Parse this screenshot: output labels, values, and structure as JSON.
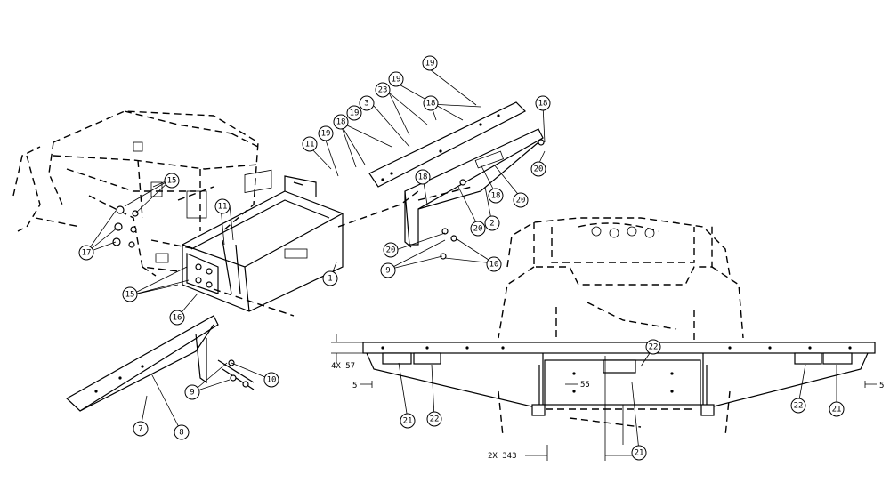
{
  "callouts": [
    {
      "id": "c19a",
      "label": "19"
    },
    {
      "id": "c23",
      "label": "23"
    },
    {
      "id": "c19b",
      "label": "19"
    },
    {
      "id": "c3",
      "label": "3"
    },
    {
      "id": "c18a",
      "label": "18"
    },
    {
      "id": "c19c",
      "label": "19"
    },
    {
      "id": "c18b",
      "label": "18"
    },
    {
      "id": "c19d",
      "label": "19"
    },
    {
      "id": "c11a",
      "label": "11"
    },
    {
      "id": "c18c",
      "label": "18"
    },
    {
      "id": "c20a",
      "label": "20"
    },
    {
      "id": "c18d",
      "label": "18"
    },
    {
      "id": "c20b",
      "label": "20"
    },
    {
      "id": "c2",
      "label": "2"
    },
    {
      "id": "c20c",
      "label": "20"
    },
    {
      "id": "c18e",
      "label": "18"
    },
    {
      "id": "c20d",
      "label": "20"
    },
    {
      "id": "c10a",
      "label": "10"
    },
    {
      "id": "c9a",
      "label": "9"
    },
    {
      "id": "c15a",
      "label": "15"
    },
    {
      "id": "c11b",
      "label": "11"
    },
    {
      "id": "c17",
      "label": "17"
    },
    {
      "id": "c1",
      "label": "1"
    },
    {
      "id": "c15b",
      "label": "15"
    },
    {
      "id": "c16",
      "label": "16"
    },
    {
      "id": "c10b",
      "label": "10"
    },
    {
      "id": "c9b",
      "label": "9"
    },
    {
      "id": "c7",
      "label": "7"
    },
    {
      "id": "c8",
      "label": "8"
    },
    {
      "id": "c22a",
      "label": "22"
    },
    {
      "id": "c21a",
      "label": "21"
    },
    {
      "id": "c22b",
      "label": "22"
    },
    {
      "id": "c21b",
      "label": "21"
    },
    {
      "id": "c22c",
      "label": "22"
    },
    {
      "id": "c21c",
      "label": "21"
    },
    {
      "id": "c22d",
      "label": "22"
    }
  ],
  "dimensions": {
    "d_4x57": "4X 57",
    "d_5_left": "5",
    "d_55": "55",
    "d_5_right": "5",
    "d_2x343": "2X 343"
  }
}
